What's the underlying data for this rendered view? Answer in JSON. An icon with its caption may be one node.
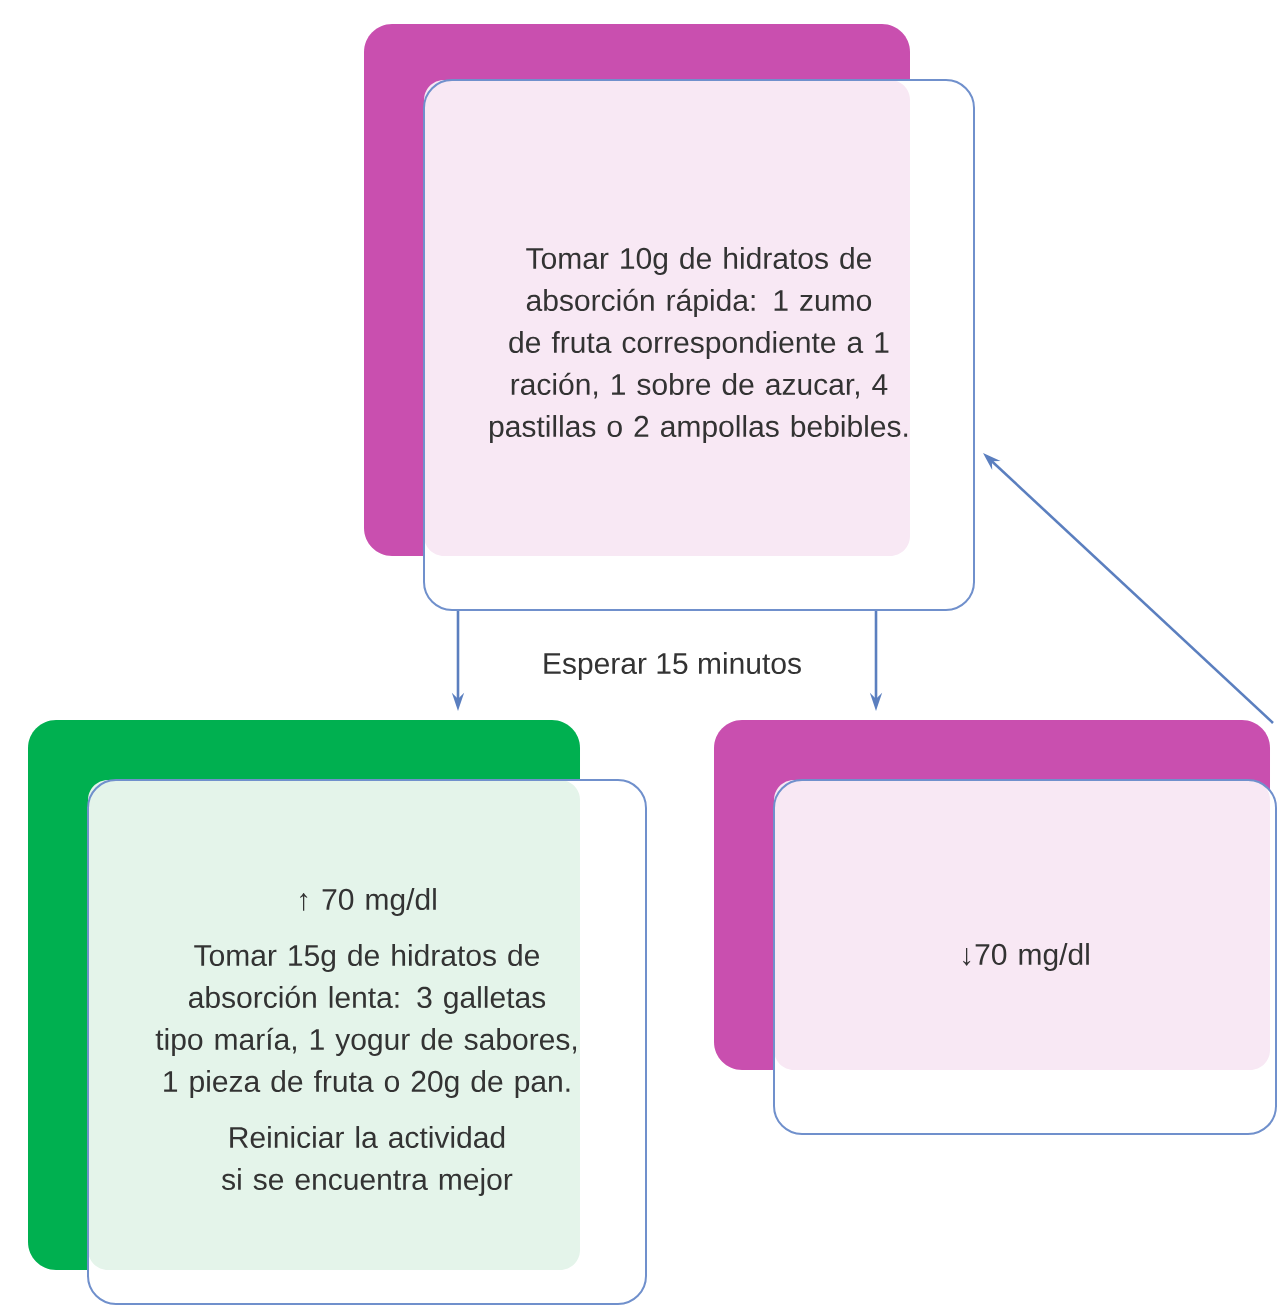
{
  "diagram": {
    "nodes": [
      {
        "text": [
          "Tomar 10g de hidratos de absorción rápida: 1 zumo de fruta correspondiente a 1 ración, 1 sobre de azucar, 4 pastillas o 2 ampollas bebibles."
        ]
      },
      {
        "text": [
          "↑ 70 mg/dl",
          "Tomar 15g de hidratos de absorción lenta: 3 galletas tipo maría, 1 yogur de sabores, 1 pieza de fruta o 20g de pan.",
          "Reiniciar la actividad si se encuentra mejor"
        ]
      },
      {
        "text": [
          "↓70 mg/dl"
        ]
      }
    ],
    "edges": [
      {
        "from": 0,
        "to": 1,
        "arrow": "to"
      },
      {
        "from": 0,
        "to": 2,
        "arrow": "to"
      },
      {
        "from": 2,
        "to": 0,
        "arrow": "to"
      }
    ],
    "labels": [
      "Esperar 15 minutos"
    ]
  }
}
